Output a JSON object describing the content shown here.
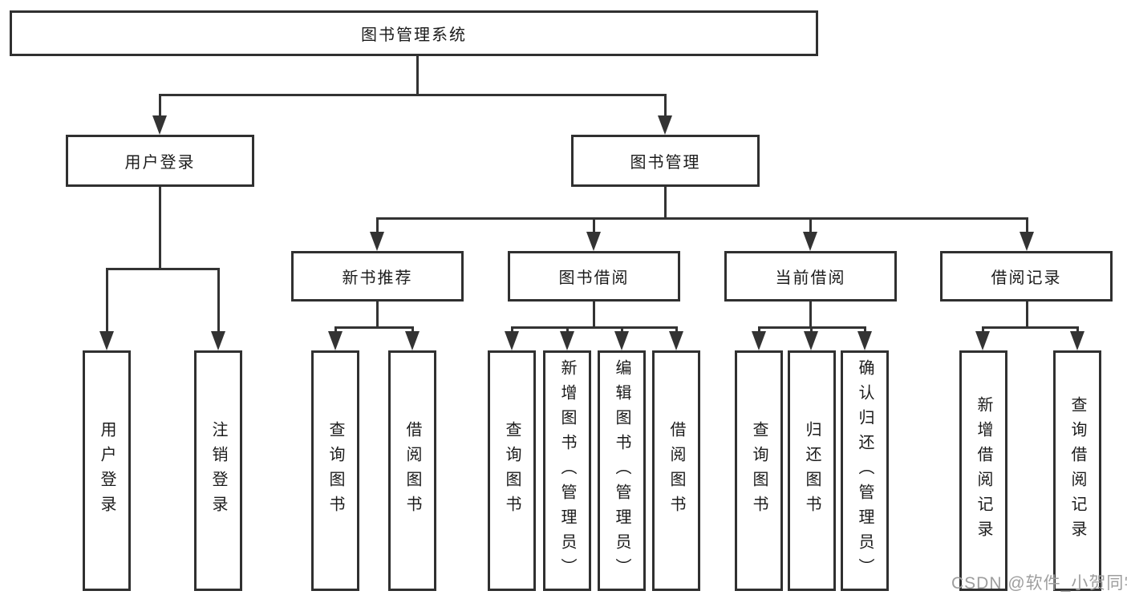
{
  "diagram": {
    "watermark": "CSDN @软件_小贺同学",
    "colors": {
      "background": "#ffffff",
      "line": "#333333",
      "box_border": "#303030",
      "text": "#1b1b1b",
      "watermark": "#9e9e9e"
    },
    "nodes": {
      "root": {
        "label": "图书管理系统"
      },
      "user-login": {
        "label": "用户登录"
      },
      "book-mgmt": {
        "label": "图书管理"
      },
      "new-book-rec": {
        "label": "新书推荐"
      },
      "book-borrow": {
        "label": "图书借阅"
      },
      "current-borrow": {
        "label": "当前借阅"
      },
      "borrow-record": {
        "label": "借阅记录"
      },
      "leaf-user-login": {
        "label": "用户登录"
      },
      "leaf-logout": {
        "label": "注销登录"
      },
      "leaf-query-book-1": {
        "label": "查询图书"
      },
      "leaf-borrow-book-1": {
        "label": "借阅图书"
      },
      "leaf-query-book-2": {
        "label": "查询图书"
      },
      "leaf-add-book": {
        "label": "新增图书（管理员）"
      },
      "leaf-edit-book": {
        "label": "编辑图书（管理员）"
      },
      "leaf-borrow-book-2": {
        "label": "借阅图书"
      },
      "leaf-query-book-3": {
        "label": "查询图书"
      },
      "leaf-return-book": {
        "label": "归还图书"
      },
      "leaf-confirm-return": {
        "label": "确认归还（管理员）"
      },
      "leaf-add-borrow-record": {
        "label": "新增借阅记录"
      },
      "leaf-query-borrow-record": {
        "label": "查询借阅记录"
      }
    }
  }
}
